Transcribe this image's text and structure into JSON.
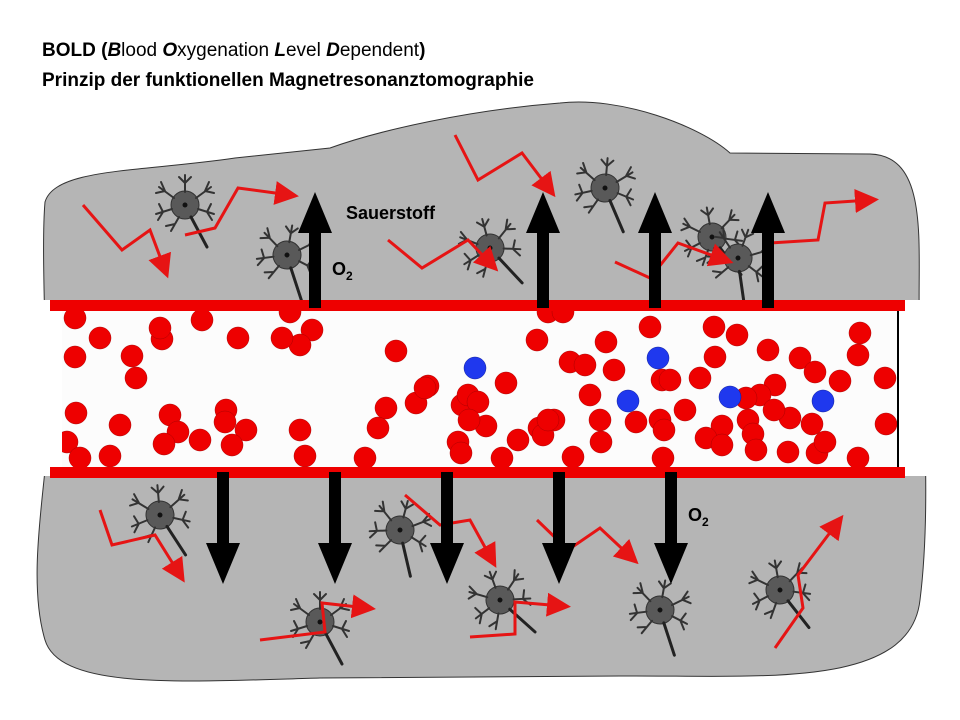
{
  "title": {
    "line1": {
      "prefix": "BOLD (",
      "words": [
        {
          "initial": "B",
          "rest": "lood "
        },
        {
          "initial": "O",
          "rest": "xygenation "
        },
        {
          "initial": "L",
          "rest": "evel "
        },
        {
          "initial": "D",
          "rest": "ependent"
        }
      ],
      "suffix": ")"
    },
    "line2": "Prinzip der funktionellen Magnetresonanztomographie"
  },
  "labels": {
    "sauerstoff": "Sauerstoff",
    "o2_top": {
      "base": "O",
      "sub": "2"
    },
    "o2_bottom": {
      "base": "O",
      "sub": "2"
    }
  },
  "colors": {
    "tissue": "#b5b5b5",
    "vessel_wall": "#ee0000",
    "vessel_interior": "#fcfcfc",
    "oxygenated_cell": "#ee0000",
    "deoxygenated_cell": "#1f38ee",
    "arrow": "#000000",
    "neuron": "#595959",
    "signal": "#e61414"
  }
}
